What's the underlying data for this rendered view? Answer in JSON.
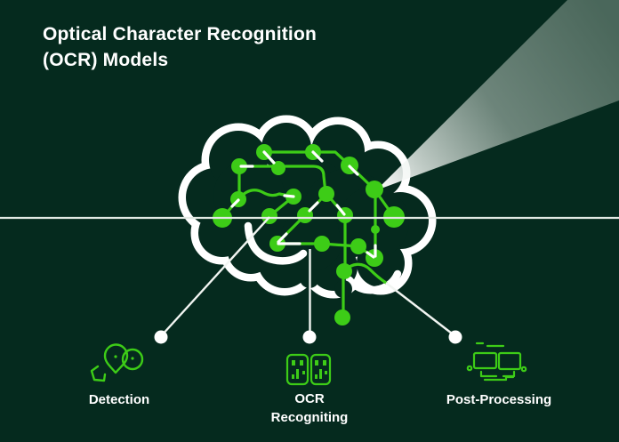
{
  "title": {
    "line1": "Optical Character Recognition",
    "line2": "(OCR) Models"
  },
  "stages": [
    {
      "label": "Detection",
      "icon": "detection-lens-icon"
    },
    {
      "label_line1": "OCR",
      "label_line2": "Recogniting",
      "icon": "qr-code-pair-icon"
    },
    {
      "label": "Post-Processing",
      "icon": "linked-monitors-icon"
    }
  ],
  "colors": {
    "background": "#052a1e",
    "accent_green": "#3dcc17",
    "outline_white": "#ffffff",
    "divider_line": "#e3eae4"
  }
}
